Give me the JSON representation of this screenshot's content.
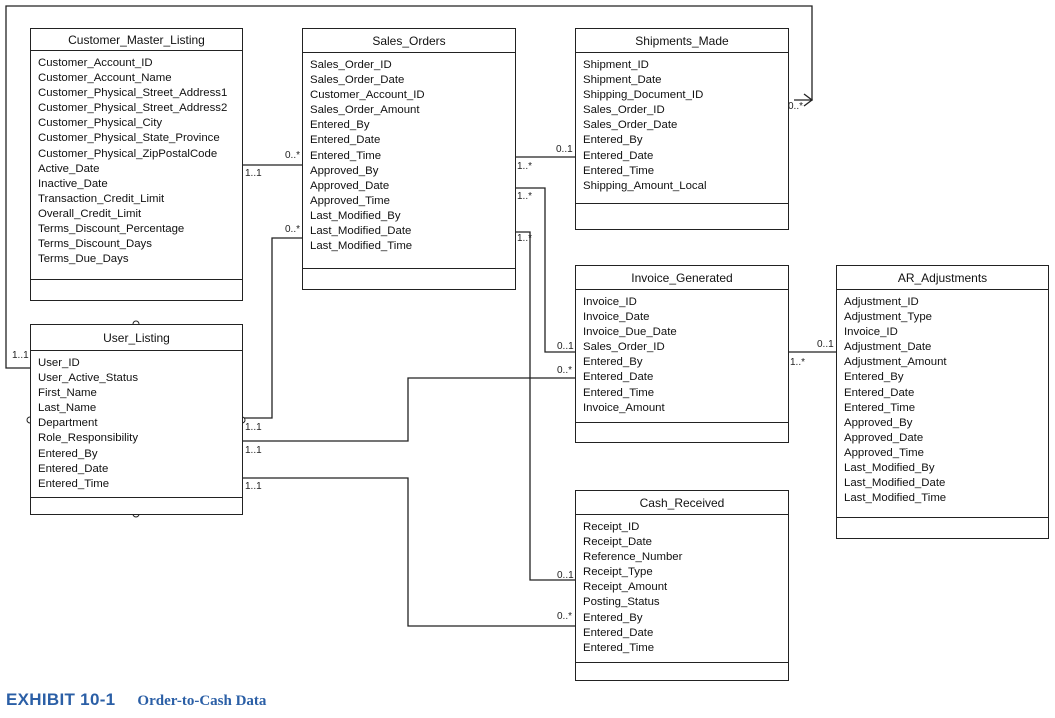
{
  "entities": {
    "customer_master_listing": {
      "name": "Customer_Master_Listing",
      "attributes": [
        "Customer_Account_ID",
        "Customer_Account_Name",
        "Customer_Physical_Street_Address1",
        "Customer_Physical_Street_Address2",
        "Customer_Physical_City",
        "Customer_Physical_State_Province",
        "Customer_Physical_ZipPostalCode",
        "Active_Date",
        "Inactive_Date",
        "Transaction_Credit_Limit",
        "Overall_Credit_Limit",
        "Terms_Discount_Percentage",
        "Terms_Discount_Days",
        "Terms_Due_Days"
      ]
    },
    "sales_orders": {
      "name": "Sales_Orders",
      "attributes": [
        "Sales_Order_ID",
        "Sales_Order_Date",
        "Customer_Account_ID",
        "Sales_Order_Amount",
        "Entered_By",
        "Entered_Date",
        "Entered_Time",
        "Approved_By",
        "Approved_Date",
        "Approved_Time",
        "Last_Modified_By",
        "Last_Modified_Date",
        "Last_Modified_Time"
      ]
    },
    "shipments_made": {
      "name": "Shipments_Made",
      "attributes": [
        "Shipment_ID",
        "Shipment_Date",
        "Shipping_Document_ID",
        "Sales_Order_ID",
        "Sales_Order_Date",
        "Entered_By",
        "Entered_Date",
        "Entered_Time",
        "Shipping_Amount_Local"
      ]
    },
    "user_listing": {
      "name": "User_Listing",
      "attributes": [
        "User_ID",
        "User_Active_Status",
        "First_Name",
        "Last_Name",
        "Department",
        "Role_Responsibility",
        "Entered_By",
        "Entered_Date",
        "Entered_Time"
      ]
    },
    "invoice_generated": {
      "name": "Invoice_Generated",
      "attributes": [
        "Invoice_ID",
        "Invoice_Date",
        "Invoice_Due_Date",
        "Sales_Order_ID",
        "Entered_By",
        "Entered_Date",
        "Entered_Time",
        "Invoice_Amount"
      ]
    },
    "ar_adjustments": {
      "name": "AR_Adjustments",
      "attributes": [
        "Adjustment_ID",
        "Adjustment_Type",
        "Invoice_ID",
        "Adjustment_Date",
        "Adjustment_Amount",
        "Entered_By",
        "Entered_Date",
        "Entered_Time",
        "Approved_By",
        "Approved_Date",
        "Approved_Time",
        "Last_Modified_By",
        "Last_Modified_Date",
        "Last_Modified_Time"
      ]
    },
    "cash_received": {
      "name": "Cash_Received",
      "attributes": [
        "Receipt_ID",
        "Receipt_Date",
        "Reference_Number",
        "Receipt_Type",
        "Receipt_Amount",
        "Posting_Status",
        "Entered_By",
        "Entered_Date",
        "Entered_Time"
      ]
    }
  },
  "cardinalities": {
    "user_top": "0..*",
    "user_left": "1..1",
    "cust_so_cust": "1..1",
    "cust_so_so": "0..*",
    "user_so_so": "0..*",
    "user_so_user": "1..1",
    "so_ship_so": "1..*",
    "so_ship_ship": "0..1",
    "so_inv_so": "1..*",
    "so_cash_so": "1..*",
    "inv_ar_inv": "1..*",
    "inv_ar_ar": "0..1",
    "user_inv_user": "1..1",
    "user_inv_inv": "0..*",
    "so_inv_inv": "0..1",
    "cash_receipt": "0..1",
    "user_cash_user": "1..1",
    "user_cash_cash": "0..*"
  },
  "caption": {
    "number": "EXHIBIT 10-1",
    "title": "Order-to-Cash Data"
  }
}
